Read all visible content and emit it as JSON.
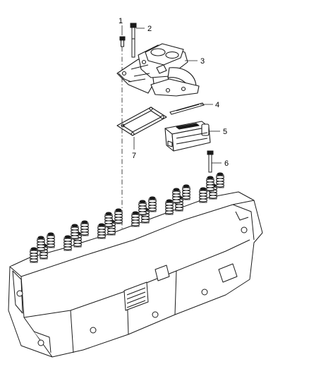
{
  "callouts": [
    {
      "number": "1",
      "part": "bolt-short"
    },
    {
      "number": "2",
      "part": "bolt-long"
    },
    {
      "number": "3",
      "part": "intake-manifold-elbow"
    },
    {
      "number": "4",
      "part": "manifold-gasket-strip"
    },
    {
      "number": "5",
      "part": "grid-heater"
    },
    {
      "number": "6",
      "part": "heater-bolt"
    },
    {
      "number": "7",
      "part": "heater-gasket"
    }
  ],
  "colors": {
    "line": "#1a1a1a",
    "background": "#ffffff"
  }
}
